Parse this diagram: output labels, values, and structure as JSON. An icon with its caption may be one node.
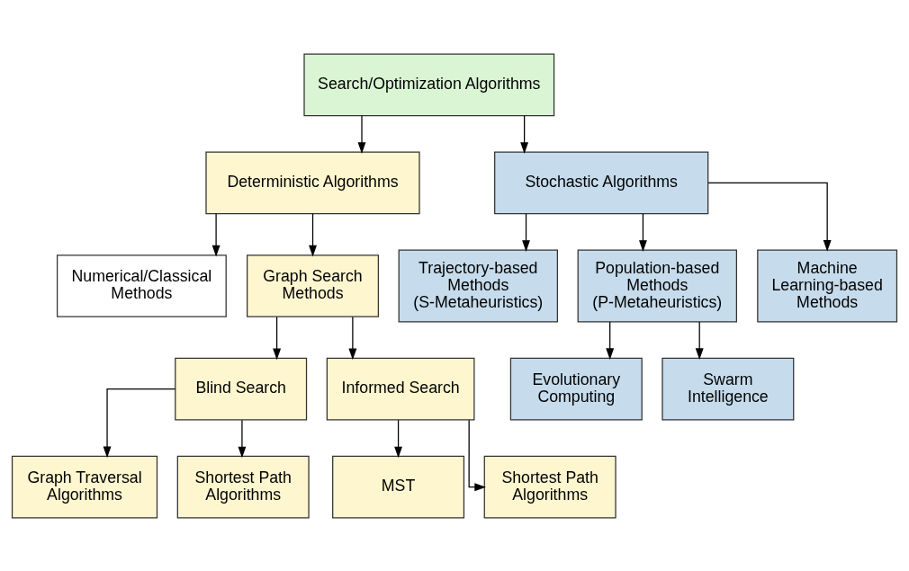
{
  "diagram": {
    "nodes": [
      {
        "text": [
          "Search/Optimization Algorithms"
        ]
      },
      {
        "text": [
          "Deterministic Algorithms"
        ]
      },
      {
        "text": [
          "Stochastic Algorithms"
        ]
      },
      {
        "text": [
          "Numerical/Classical Methods"
        ]
      },
      {
        "text": [
          "Graph Search Methods"
        ]
      },
      {
        "text": [
          "Trajectory-based Methods (S-Metaheuristics)"
        ]
      },
      {
        "text": [
          "Population-based Methods (P-Metaheuristics)"
        ]
      },
      {
        "text": [
          "Machine Learning-based Methods"
        ]
      },
      {
        "text": [
          "Blind Search"
        ]
      },
      {
        "text": [
          "Informed Search"
        ]
      },
      {
        "text": [
          "Evolutionary Computing"
        ]
      },
      {
        "text": [
          "Swarm Intelligence"
        ]
      },
      {
        "text": [
          "Graph Traversal Algorithms"
        ]
      },
      {
        "text": [
          "Shortest Path Algorithms"
        ]
      },
      {
        "text": [
          "MST"
        ]
      },
      {
        "text": [
          "Shortest Path Algorithms"
        ]
      }
    ],
    "edges": [
      {
        "from": 0,
        "to": 1,
        "arrow": "to"
      },
      {
        "from": 0,
        "to": 2,
        "arrow": "to"
      },
      {
        "from": 1,
        "to": 3,
        "arrow": "to"
      },
      {
        "from": 1,
        "to": 4,
        "arrow": "to"
      },
      {
        "from": 2,
        "to": 5,
        "arrow": "to"
      },
      {
        "from": 2,
        "to": 6,
        "arrow": "to"
      },
      {
        "from": 2,
        "to": 7,
        "arrow": "to"
      },
      {
        "from": 4,
        "to": 8,
        "arrow": "to"
      },
      {
        "from": 4,
        "to": 9,
        "arrow": "to"
      },
      {
        "from": 6,
        "to": 10,
        "arrow": "to"
      },
      {
        "from": 6,
        "to": 11,
        "arrow": "to"
      },
      {
        "from": 8,
        "to": 12,
        "arrow": "to"
      },
      {
        "from": 8,
        "to": 13,
        "arrow": "to"
      },
      {
        "from": 9,
        "to": 14,
        "arrow": "to"
      },
      {
        "from": 9,
        "to": 15,
        "arrow": "to"
      }
    ]
  }
}
